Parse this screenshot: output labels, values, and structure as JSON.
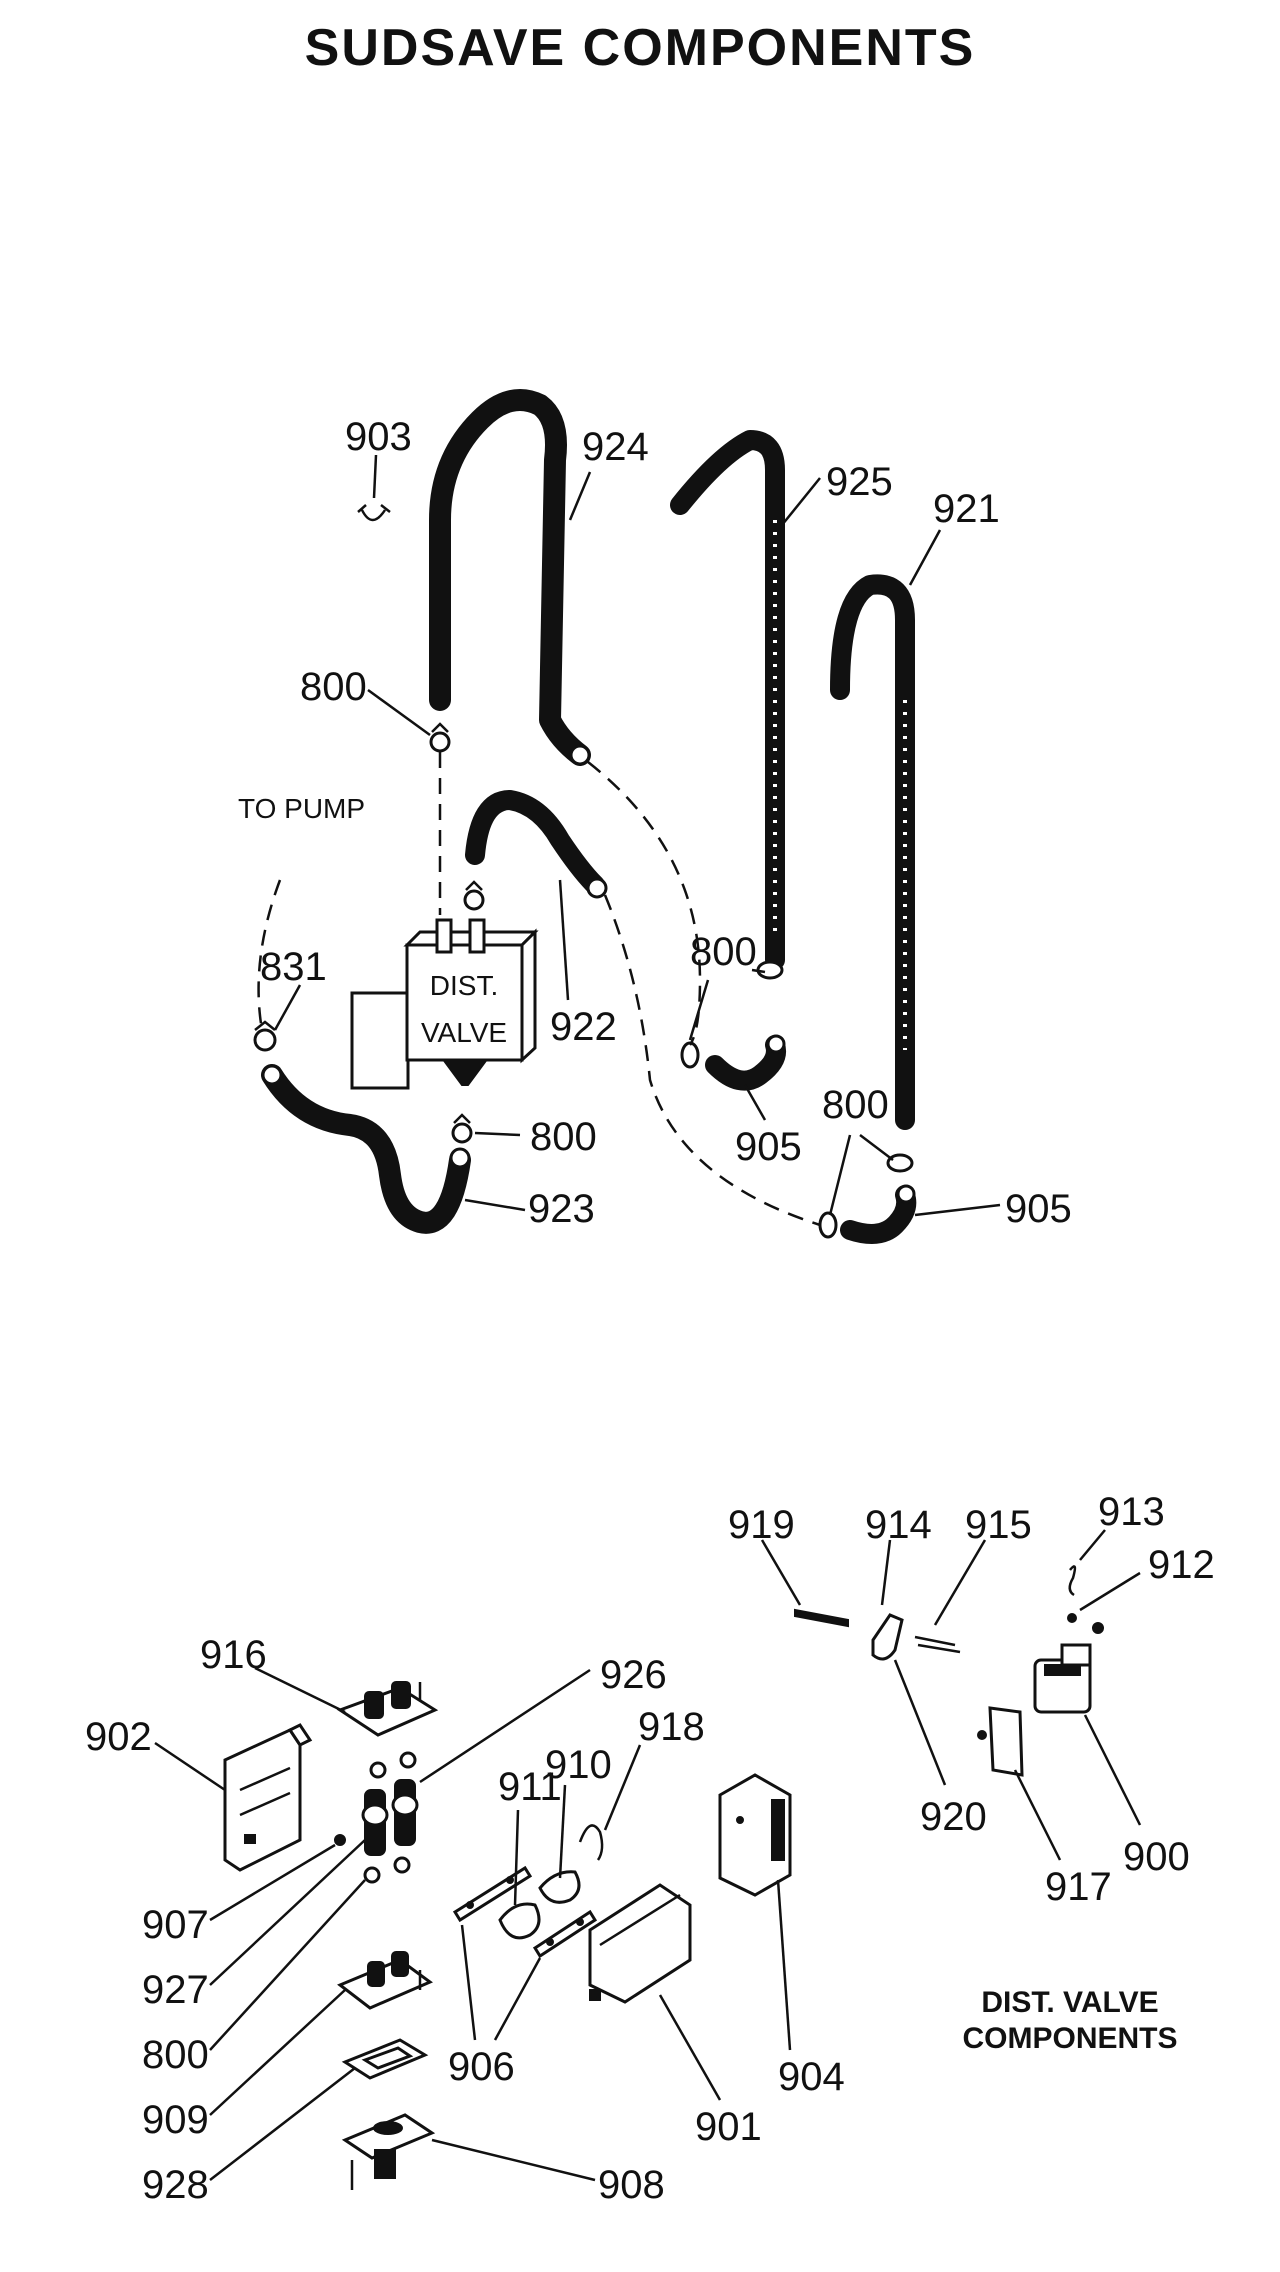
{
  "title": "SUDSAVE COMPONENTS",
  "labels": {
    "to_pump": "TO PUMP",
    "valve_line1": "DIST.",
    "valve_line2": "VALVE",
    "dist_valve_line1": "DIST. VALVE",
    "dist_valve_line2": "COMPONENTS"
  },
  "callouts": {
    "n903": "903",
    "n924": "924",
    "n925": "925",
    "n921": "921",
    "n800a": "800",
    "n831": "831",
    "n922": "922",
    "n800b": "800",
    "n905a": "905",
    "n800c": "800",
    "n905b": "905",
    "n800d": "800",
    "n923": "923",
    "n919": "919",
    "n914": "914",
    "n915": "915",
    "n913": "913",
    "n912": "912",
    "n920": "920",
    "n917": "917",
    "n900": "900",
    "n916": "916",
    "n926": "926",
    "n918": "918",
    "n902": "902",
    "n911": "911",
    "n910": "910",
    "n907": "907",
    "n927": "927",
    "n800e": "800",
    "n909": "909",
    "n928": "928",
    "n906": "906",
    "n901": "901",
    "n904": "904",
    "n908": "908"
  }
}
